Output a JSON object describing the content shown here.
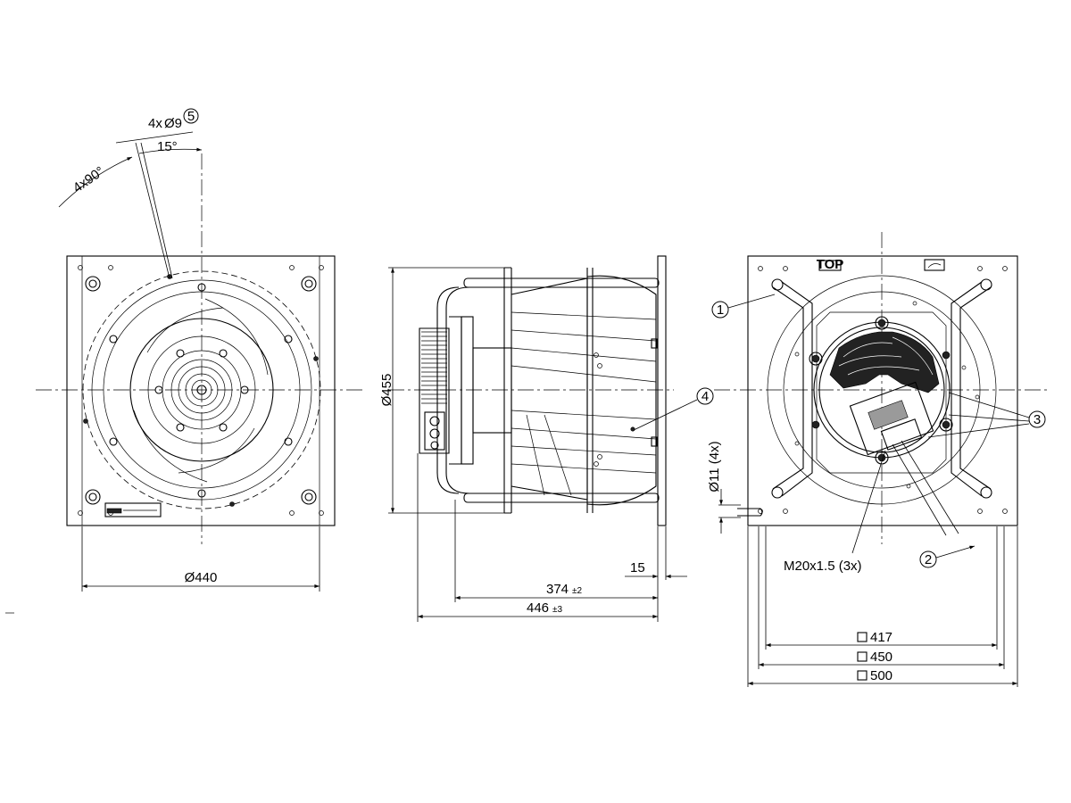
{
  "front_view": {
    "hole_spec_count": "4x",
    "hole_spec_dia": "Ø9",
    "hole_spec_ref": "5",
    "angle_pattern": "4x90°",
    "angle_offset": "15°",
    "diameter": "Ø440"
  },
  "side_view": {
    "height": "Ø455",
    "depth_inner": "374",
    "depth_inner_tol": "±2",
    "depth_total": "446",
    "depth_total_tol": "±3",
    "flange": "15",
    "ref_4": "4"
  },
  "back_view": {
    "ref_1": "1",
    "ref_2": "2",
    "ref_3": "3",
    "mount_holes": "Ø11 (4x)",
    "thread": "M20x1.5 (3x)",
    "size_inner": "417",
    "size_mid": "450",
    "size_outer": "500",
    "top_label": "TOP"
  }
}
